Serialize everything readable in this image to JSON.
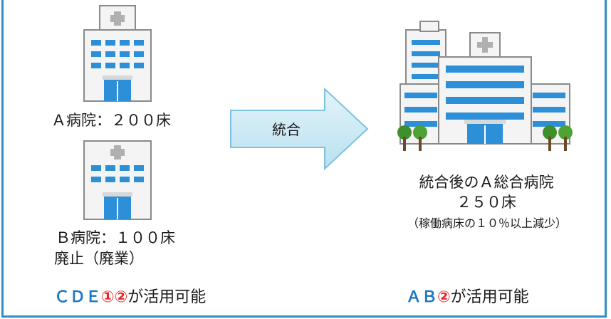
{
  "hospital_a": {
    "label": "Ａ病院：２００床"
  },
  "hospital_b": {
    "label": "Ｂ病院：１００床",
    "status": "廃止（廃業）"
  },
  "arrow": {
    "label": "統合"
  },
  "merged": {
    "name": "統合後のＡ総合病院",
    "beds": "２５０床",
    "note": "（稼働病床の１０％以上減少）"
  },
  "footer_left": {
    "prefix": "ＣＤＥ",
    "circled": "①②",
    "suffix": "が活用可能"
  },
  "footer_right": {
    "prefix": "ＡＢ",
    "circled": "②",
    "suffix": "が活用可能"
  },
  "colors": {
    "frame": "#2e8fc2",
    "accent_blue": "#1f78c4",
    "accent_red": "#e8262a",
    "arrow_fill": "#cde9f4"
  }
}
